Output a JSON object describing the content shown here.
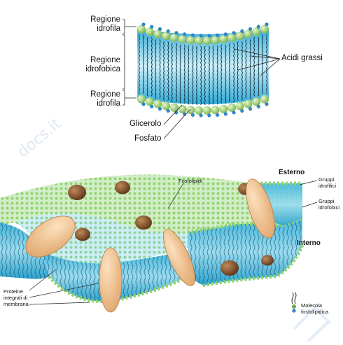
{
  "top": {
    "region_hydrophilic_top": [
      "Regione",
      "idrofila"
    ],
    "region_hydrophobic": [
      "Regione",
      "idrofobica"
    ],
    "region_hydrophilic_bottom": [
      "Regione",
      "idrofila"
    ],
    "fatty_acids": "Acidi grassi",
    "glycerol": "Glicerolo",
    "phosphate": "Fosfato"
  },
  "bottom": {
    "phospholipids": "Fosfolipidi",
    "outside": "Esterno",
    "inside": "Interno",
    "hydrophilic_groups": [
      "Gruppi",
      "idrofilici"
    ],
    "hydrophobic_groups": [
      "Gruppi",
      "idrofobici"
    ],
    "integral_proteins": [
      "Proteine",
      "integrali di",
      "membrana"
    ],
    "molecule": [
      "Molecola",
      "fosfolipidica"
    ]
  },
  "watermark": "docs.it",
  "colors": {
    "head_green": "#9fcf6f",
    "head_dark": "#6aa84a",
    "phosphate_blue": "#2f86c9",
    "lipid_fill": "#5ac4e6",
    "lipid_light": "#c8eef8",
    "protein": "#f2c08c",
    "protein_brown": "#8b5a36"
  }
}
